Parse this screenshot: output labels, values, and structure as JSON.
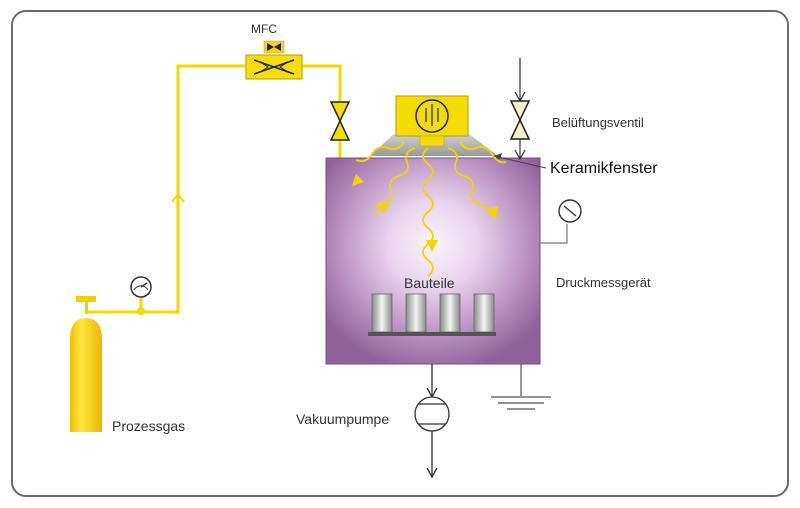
{
  "labels": {
    "mfc": "MFC",
    "vent_valve": "Belüftungsventil",
    "ceramic_window": "Keramikfenster",
    "parts": "Bauteile",
    "pressure_gauge": "Druckmessgerät",
    "vacuum_pump": "Vakuumpumpe",
    "process_gas": "Prozessgas"
  },
  "colors": {
    "gas_line": "#f2d800",
    "cylinder": "#f7d000",
    "magnetron": "#f4dc00",
    "chamber": "#9a6ea3",
    "chamber_glow": "#f3e8f5",
    "frame": "#6b6b6b",
    "wire": "#777777"
  },
  "icons": [
    "gauge-icon",
    "valve-icon",
    "mfc-icon",
    "vacuum-pump-icon",
    "ground-icon",
    "arrow-icon"
  ]
}
